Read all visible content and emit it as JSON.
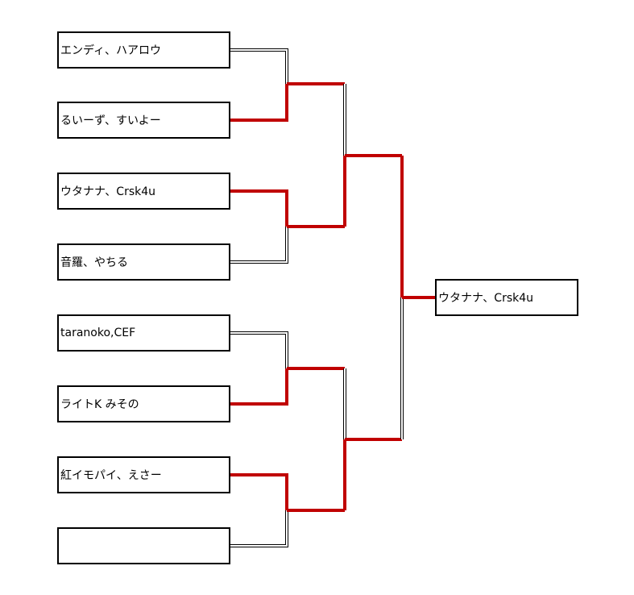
{
  "bracket": {
    "colors": {
      "win_path": "#c00000",
      "loss_path": "#000000",
      "box_border": "#000000",
      "background": "#ffffff"
    },
    "teams": [
      "エンディ、ハアロウ",
      "るいーず、すいよー",
      "ウタナナ、Crsk4u",
      "音羅、やちる",
      "taranoko,CEF",
      "ライトK みその",
      "紅イモパイ、えさー",
      ""
    ],
    "round1_winners": [
      "るいーず、すいよー",
      "ウタナナ、Crsk4u",
      "ライトK みその",
      "紅イモパイ、えさー"
    ],
    "round2_winners": [
      "ウタナナ、Crsk4u",
      "紅イモパイ、えさー"
    ],
    "champion": "ウタナナ、Crsk4u"
  }
}
